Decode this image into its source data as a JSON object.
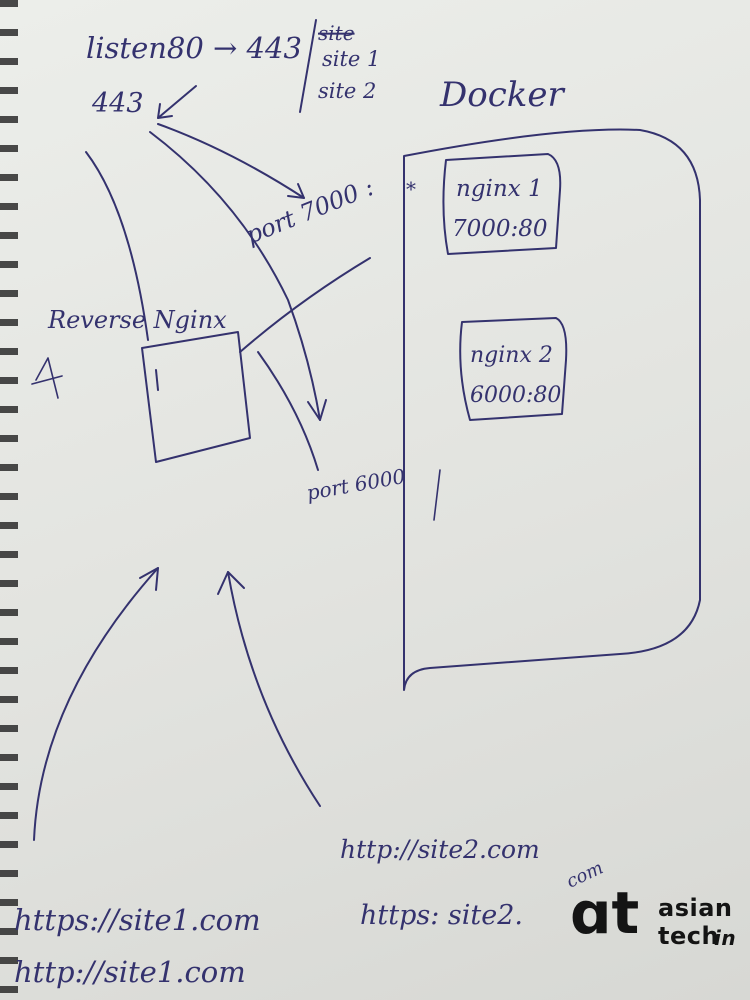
{
  "notes": {
    "listen": "listen80 → 443",
    "strike": "site",
    "site1": "site 1",
    "site2": "site 2",
    "port443": "443",
    "docker": "Docker"
  },
  "proxy": {
    "label": "Reverse Nginx"
  },
  "ports": {
    "p7000": "port 7000 :",
    "p6000": "port 6000"
  },
  "containers": [
    {
      "name": "nginx 1",
      "mapping": "7000:80"
    },
    {
      "name": "nginx 2",
      "mapping": "6000:80"
    }
  ],
  "urls": {
    "site2_http": "http://site2.com",
    "site2_https": "https: site2.",
    "site2_com": "com",
    "site1_https": "https://site1.com",
    "site1_http": "http://site1.com"
  },
  "logo": {
    "line1": "asian",
    "line2": "tech",
    "line3": "in",
    "icon": "at-monogram-icon"
  },
  "colors": {
    "ink": "#34326e",
    "paper": "#e7e8e4"
  }
}
